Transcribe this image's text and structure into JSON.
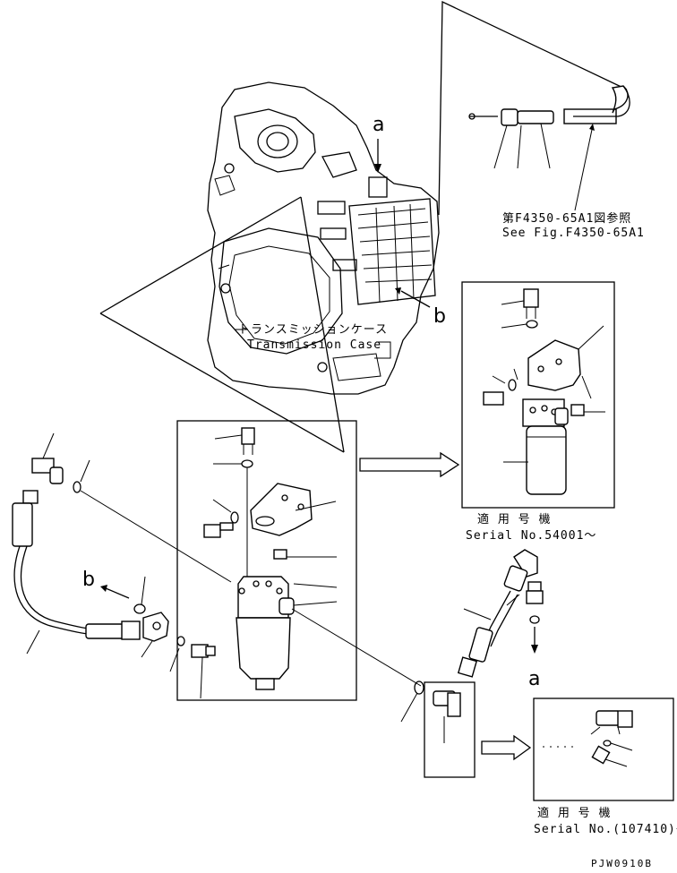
{
  "labels": {
    "ref_a_top": "a",
    "ref_b_top": "b",
    "ref_b_left": "b",
    "ref_a_right": "a",
    "transmission_case_jp": "トランスミッションケース",
    "transmission_case_en": "Transmission Case",
    "see_fig_jp": "第F4350-65A1図参照",
    "see_fig_en": "See Fig.F4350-65A1",
    "serial_1_jp": "適 用 号 機",
    "serial_1_en": "Serial No.54001～",
    "serial_2_jp": "適 用 号 機",
    "serial_2_en": "Serial No.(107410)～",
    "drawing_code": "PJW0910B"
  }
}
